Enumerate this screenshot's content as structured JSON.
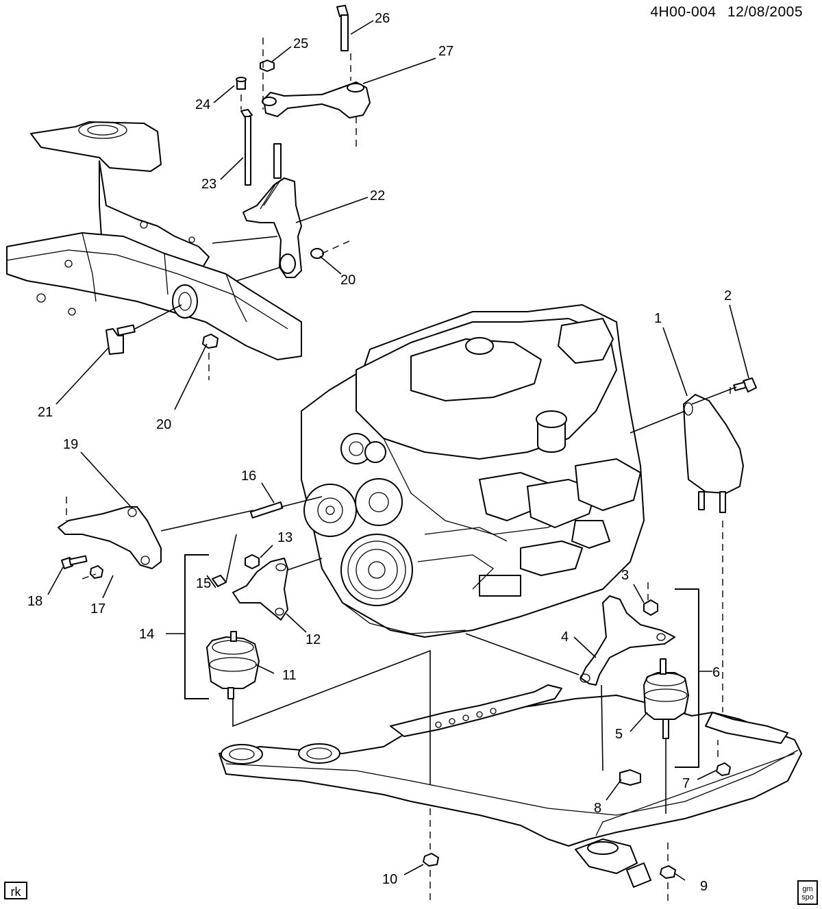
{
  "header": {
    "code": "4H00-004",
    "date": "12/08/2005"
  },
  "callouts": {
    "c1": "1",
    "c2": "2",
    "c3": "3",
    "c4": "4",
    "c5": "5",
    "c6": "6",
    "c7": "7",
    "c8": "8",
    "c9": "9",
    "c10": "10",
    "c11": "11",
    "c12": "12",
    "c13": "13",
    "c14": "14",
    "c15": "15",
    "c16": "16",
    "c17": "17",
    "c18": "18",
    "c19": "19",
    "c20a": "20",
    "c20b": "20",
    "c21": "21",
    "c22": "22",
    "c23": "23",
    "c24": "24",
    "c25": "25",
    "c26": "26",
    "c27": "27"
  },
  "footer": {
    "ref": "rk",
    "logo_line1": "gm",
    "logo_line2": "spo"
  }
}
